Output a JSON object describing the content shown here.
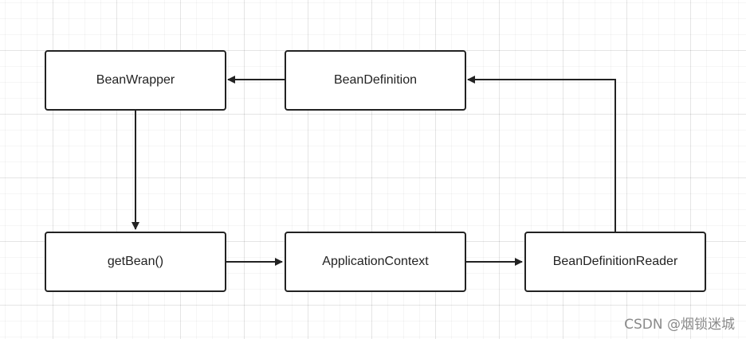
{
  "diagram": {
    "nodes": [
      {
        "id": "bean-wrapper",
        "label": "BeanWrapper"
      },
      {
        "id": "bean-definition",
        "label": "BeanDefinition"
      },
      {
        "id": "get-bean",
        "label": "getBean()"
      },
      {
        "id": "application-context",
        "label": "ApplicationContext"
      },
      {
        "id": "bean-definition-reader",
        "label": "BeanDefinitionReader"
      }
    ],
    "edges": [
      {
        "from": "bean-definition",
        "to": "bean-wrapper"
      },
      {
        "from": "bean-wrapper",
        "to": "get-bean"
      },
      {
        "from": "get-bean",
        "to": "application-context"
      },
      {
        "from": "application-context",
        "to": "bean-definition-reader"
      },
      {
        "from": "bean-definition-reader",
        "to": "bean-definition"
      }
    ],
    "line_color": "#222222",
    "grid_color": "#e6e6e6"
  },
  "watermark": "CSDN @烟锁迷城"
}
